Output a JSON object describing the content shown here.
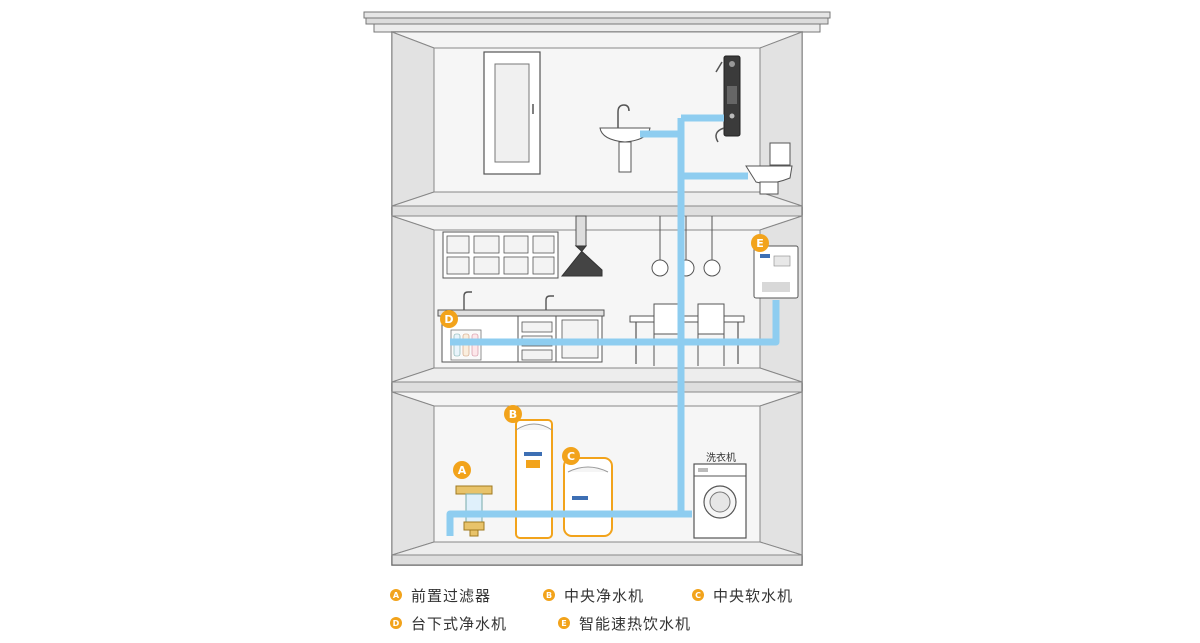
{
  "markers": {
    "a": "A",
    "b": "B",
    "c": "C",
    "d": "D",
    "e": "E"
  },
  "washer_label": "洗衣机",
  "legend": [
    {
      "letter": "A",
      "label": "前置过滤器"
    },
    {
      "letter": "B",
      "label": "中央净水机"
    },
    {
      "letter": "C",
      "label": "中央软水机"
    },
    {
      "letter": "D",
      "label": "台下式净水机"
    },
    {
      "letter": "E",
      "label": "智能速热饮水机"
    }
  ],
  "colors": {
    "pipe": "#8ecdf0",
    "accent": "#f2a31b",
    "wall": "#f2f2f2",
    "outline": "#6b6b6b"
  }
}
